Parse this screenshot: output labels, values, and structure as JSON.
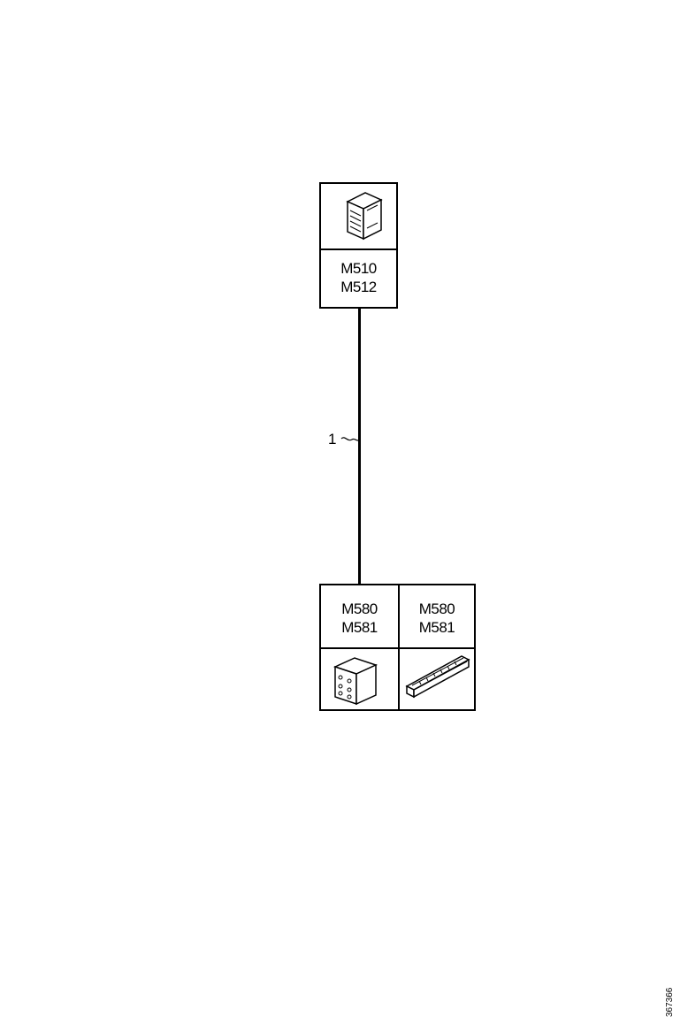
{
  "top_component": {
    "icon": "connector-module-icon",
    "labels": [
      "M510",
      "M512"
    ]
  },
  "cable": {
    "callout": "1"
  },
  "bottom_component": {
    "left": {
      "labels": [
        "M580",
        "M581"
      ],
      "icon": "connector-module-icon"
    },
    "right": {
      "labels": [
        "M580",
        "M581"
      ],
      "icon": "backplane-strip-icon"
    }
  },
  "document_id": "367366"
}
